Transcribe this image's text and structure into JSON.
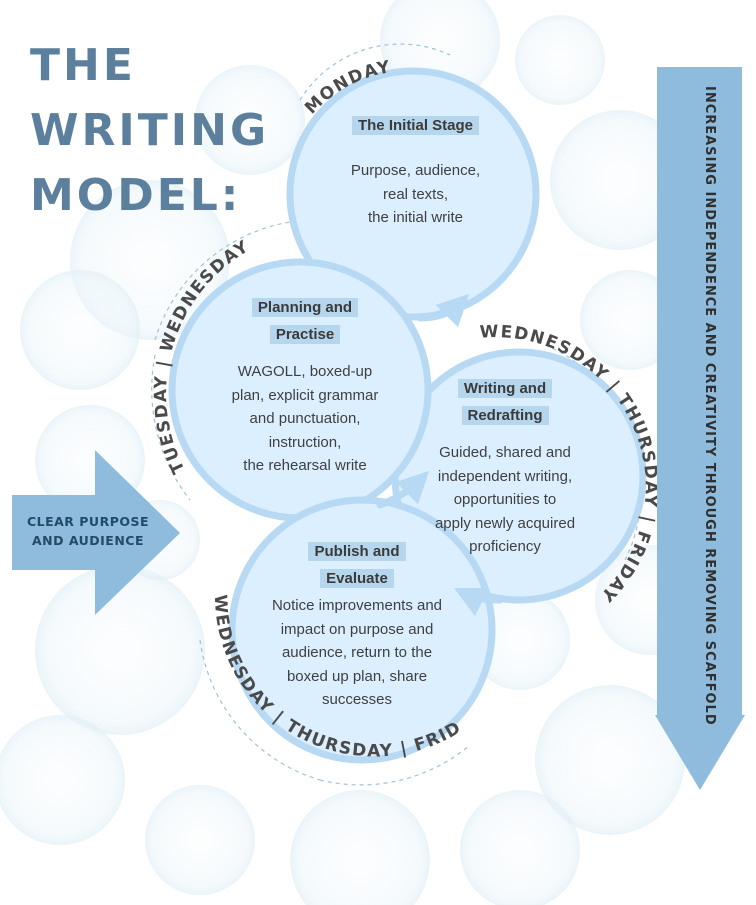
{
  "title": [
    "THE",
    "WRITING",
    "MODEL:"
  ],
  "stages": [
    {
      "title": "The Initial Stage",
      "body": [
        "Purpose, audience,",
        "real texts,",
        "the initial write"
      ],
      "days": "MONDAY"
    },
    {
      "title": [
        "Planning and",
        "Practise"
      ],
      "body": [
        "WAGOLL, boxed-up",
        "plan, explicit grammar",
        "and punctuation,",
        "instruction,",
        "the rehearsal write"
      ],
      "days": "TUESDAY | WEDNESDAY"
    },
    {
      "title": [
        "Writing and",
        "Redrafting"
      ],
      "body": [
        "Guided, shared and",
        "independent writing,",
        "opportunities to",
        "apply newly acquired",
        "proficiency"
      ],
      "days": "WEDNESDAY | THURSDAY | FRIDAY"
    },
    {
      "title": [
        "Publish and",
        "Evaluate"
      ],
      "body": [
        "Notice improvements and",
        "impact on purpose and",
        "audience, return to the",
        "boxed up plan, share",
        "successes"
      ],
      "days": "WEDNESDAY | THURSDAY | FRIDAY"
    }
  ],
  "left_arrow_label": [
    "CLEAR PURPOSE",
    "AND AUDIENCE"
  ],
  "right_arrow_label": "INCREASING INDEPENDENCE AND CREATIVITY THROUGH REMOVING SCAFFOLD",
  "colors": {
    "title": "#5b7f9c",
    "circle_fill": "#dcefff",
    "circle_stroke": "#b7d9f3",
    "arrow": "#8fbcdc",
    "highlight": "#aacde8"
  }
}
